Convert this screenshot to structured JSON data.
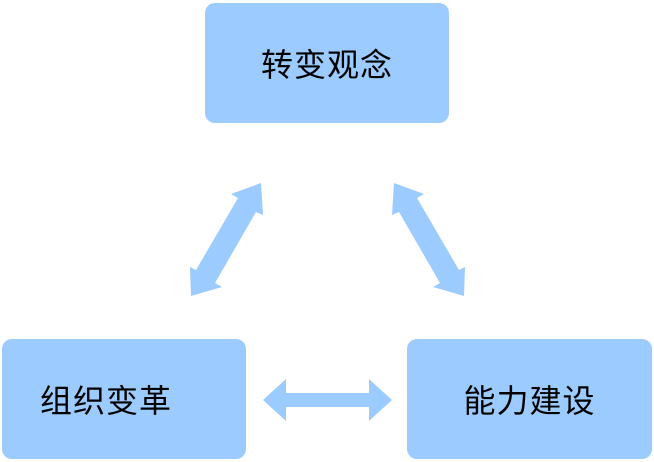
{
  "nodes": {
    "top": "转变观念",
    "left": "组织变革",
    "right": "能力建设"
  },
  "colors": {
    "box_fill": "#9ccbff",
    "arrow_fill": "#9ccbff",
    "text": "#000000"
  }
}
